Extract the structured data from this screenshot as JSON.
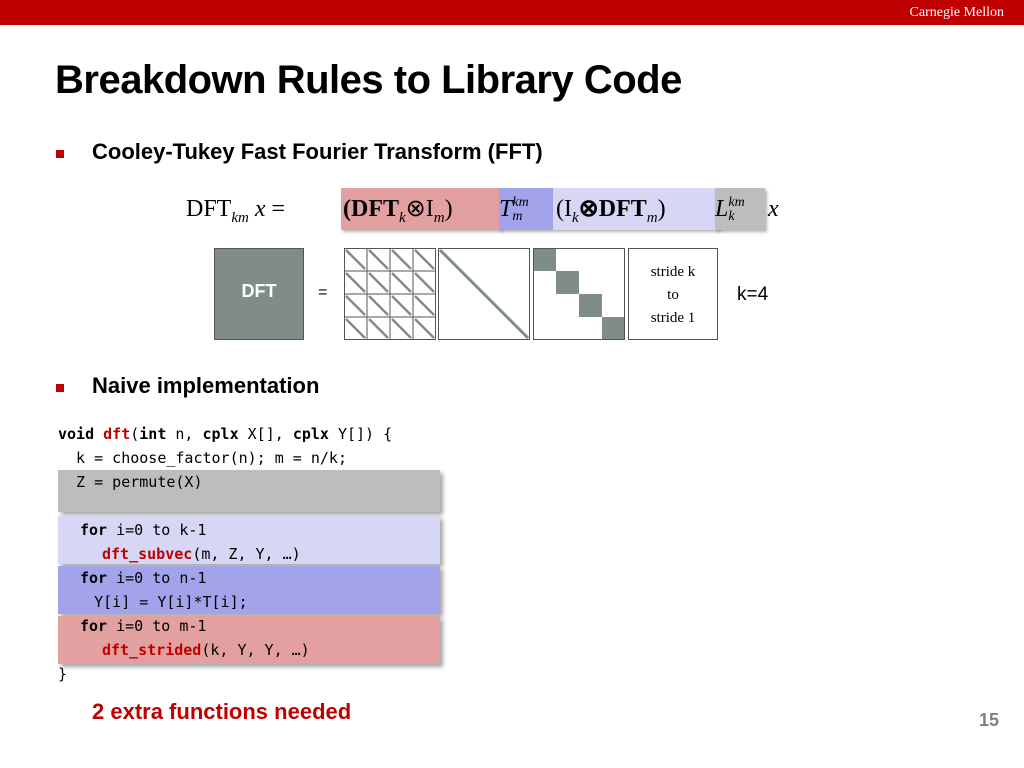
{
  "header": {
    "brand": "Carnegie Mellon"
  },
  "slide": {
    "title": "Breakdown Rules to Library Code",
    "bullets": [
      "Cooley-Tukey Fast Fourier Transform (FFT)",
      "Naive implementation"
    ],
    "page_number": "15",
    "note": "2 extra functions needed"
  },
  "formula": {
    "lhs": "DFT",
    "lhs_sub": "km",
    "x": "x",
    "equals": "=",
    "term1": "(DFT",
    "term1_sub": "k",
    "term1_rest": "⊗I",
    "term1_rest_sub": "m",
    "term1_close": ")",
    "term2": "T",
    "term2_sup": "km",
    "term2_sub": "m",
    "term3": "(I",
    "term3_sub": "k",
    "term3_mid": "⊗DFT",
    "term3_mid_sub": "m",
    "term3_close": ")",
    "term4": "L",
    "term4_sup": "km",
    "term4_sub": "k",
    "tail": "x"
  },
  "diagram": {
    "dft_label": "DFT",
    "equals": "=",
    "stride_lines": [
      "stride k",
      "to",
      "stride 1"
    ],
    "k_label": "k=4"
  },
  "code": {
    "line1": {
      "kw1": "void",
      "fn": "dft",
      "p1": "(",
      "kw2": "int",
      "p2": " n, ",
      "kw3": "cplx",
      "p3": " X[], ",
      "kw4": "cplx",
      "p4": " Y[]) {"
    },
    "line2": "  k = choose_factor(n); m = n/k;",
    "line3": "  Z = permute(X)",
    "line4": {
      "kw": "for",
      "rest": " i=0 to k-1"
    },
    "line5": {
      "fn": "dft_subvec",
      "rest": "(m, Z, Y, …)"
    },
    "line6": {
      "kw": "for",
      "rest": " i=0 to n-1"
    },
    "line7": "    Y[i] = Y[i]*T[i];",
    "line8": {
      "kw": "for",
      "rest": " i=0 to m-1"
    },
    "line9": {
      "fn": "dft_strided",
      "rest": "(k, Y, Y, …)"
    },
    "line10": "}"
  },
  "colors": {
    "accent": "#c00000",
    "band_gray": "#bdbdbd",
    "band_lavender": "#d6d6f5",
    "band_blue": "#a3a3ec",
    "band_pink": "#e2a0a0",
    "dft_box": "#7f8c88"
  }
}
